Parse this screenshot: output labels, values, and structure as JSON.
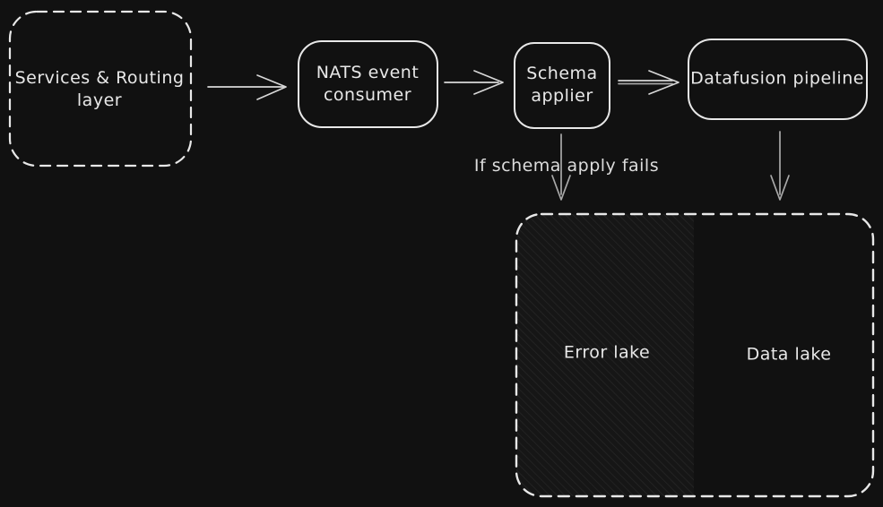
{
  "colors": {
    "background": "#111111",
    "node_stroke": "#e8e8e8",
    "arrow_stroke": "#d8d8d8",
    "down_arrow_stroke": "#a9a9a9",
    "hatch_fill": "#161616",
    "hatch_line": "#272727"
  },
  "nodes": {
    "services": {
      "line1": "Services & Routing",
      "line2": "layer"
    },
    "nats": {
      "line1": "NATS event",
      "line2": "consumer"
    },
    "schema": {
      "line1": "Schema",
      "line2": "applier"
    },
    "datafusion": {
      "label": "Datafusion pipeline"
    },
    "error_lake": {
      "label": "Error lake"
    },
    "data_lake": {
      "label": "Data lake"
    }
  },
  "edges": [
    {
      "from": "services-routing-layer",
      "to": "nats-event-consumer",
      "label": ""
    },
    {
      "from": "nats-event-consumer",
      "to": "schema-applier",
      "label": ""
    },
    {
      "from": "schema-applier",
      "to": "datafusion-pipeline",
      "label": ""
    },
    {
      "from": "schema-applier",
      "to": "error-lake",
      "label": "If schema apply fails"
    },
    {
      "from": "datafusion-pipeline",
      "to": "data-lake",
      "label": ""
    }
  ]
}
